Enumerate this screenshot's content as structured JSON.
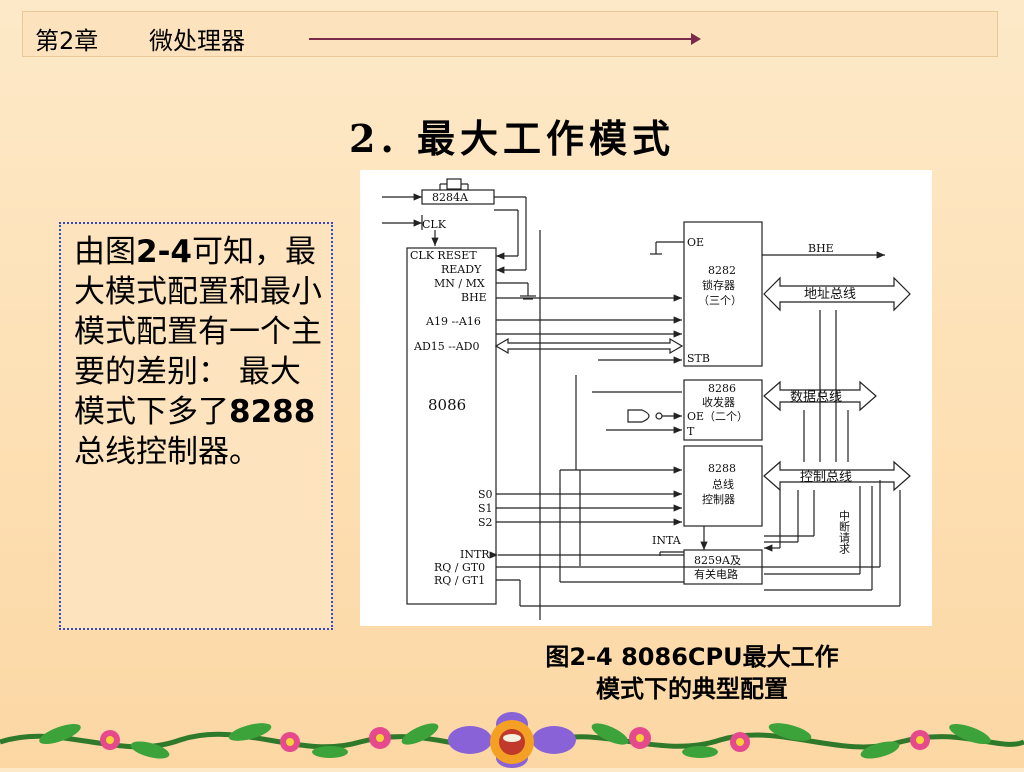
{
  "header": {
    "chapter": "第2章",
    "title": "微处理器"
  },
  "title": "2. 最大工作模式",
  "note": {
    "segments": [
      {
        "text": "由图",
        "bold": false
      },
      {
        "text": "2-4",
        "bold": true
      },
      {
        "text": "可知，最大模式配置和最小模式配置有一个主要的差别： 最大模式下多了",
        "bold": false
      },
      {
        "text": "8288",
        "bold": true
      },
      {
        "text": "总线控制器。",
        "bold": false
      }
    ]
  },
  "caption": {
    "line1": "图2-4  8086CPU最大工作",
    "line2": "模式下的典型配置"
  },
  "diagram": {
    "cpu": {
      "name": "8086",
      "pins_right": [
        "CLK RESET",
        "READY",
        "MN / MX",
        "BHE",
        "A19 --A16",
        "AD15 --AD0"
      ],
      "pins_status": [
        "S0",
        "S1",
        "S2"
      ],
      "pins_bottom": [
        "INTR",
        "RQ / GT0",
        "RQ / GT1"
      ]
    },
    "clock": {
      "name": "8284A",
      "clk_label": "CLK"
    },
    "latch": {
      "name": "8282",
      "desc1": "锁存器",
      "desc2": "（三个）",
      "oe": "OE",
      "stb": "STB"
    },
    "transceiver": {
      "name": "8286",
      "desc1": "收发器",
      "oe": "OE（二个）",
      "t": "T"
    },
    "bus_ctrl": {
      "name": "8288",
      "desc1": "总线",
      "desc2": "控制器"
    },
    "pic": {
      "name": "8259A及",
      "desc1": "有关电路",
      "inta": "INTA"
    },
    "buses": {
      "address": "地址总线",
      "data": "数据总线",
      "control": "控制总线"
    },
    "bhe_out": "BHE",
    "interrupt": "中断请求"
  },
  "colors": {
    "accent": "#7b2a4a",
    "box_border": "#3a48c8"
  }
}
